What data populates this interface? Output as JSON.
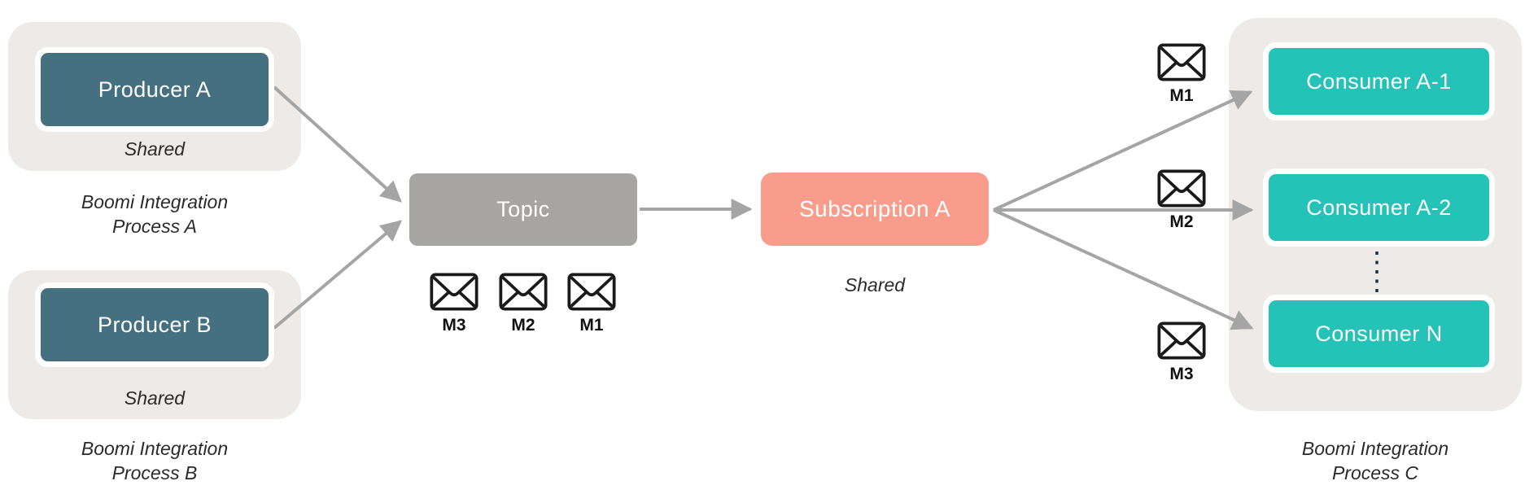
{
  "colors": {
    "producer_fill": "#44707F",
    "consumer_fill": "#25C2B8",
    "topic_fill": "#A6A5A3",
    "subscription_fill": "#FA9C8B",
    "group_fill": "#EDEAE7",
    "arrow": "#A5A5A5",
    "node_text": "#FFFFFF",
    "dark_text": "#2B2B2B",
    "envelope_stroke": "#1A1A1A",
    "dotted_line": "#17344C"
  },
  "process_a": {
    "node_label": "Producer A",
    "shared_label": "Shared",
    "caption": "Boomi Integration\nProcess A"
  },
  "process_b": {
    "node_label": "Producer B",
    "shared_label": "Shared",
    "caption": "Boomi Integration\nProcess B"
  },
  "topic": {
    "node_label": "Topic",
    "message_labels": [
      "M3",
      "M2",
      "M1"
    ]
  },
  "subscription": {
    "node_label": "Subscription A",
    "shared_label": "Shared"
  },
  "process_c": {
    "caption": "Boomi Integration\nProcess C",
    "consumers": [
      {
        "node_label": "Consumer A-1",
        "message_label": "M1"
      },
      {
        "node_label": "Consumer A-2",
        "message_label": "M2"
      },
      {
        "node_label": "Consumer N",
        "message_label": "M3"
      }
    ]
  }
}
